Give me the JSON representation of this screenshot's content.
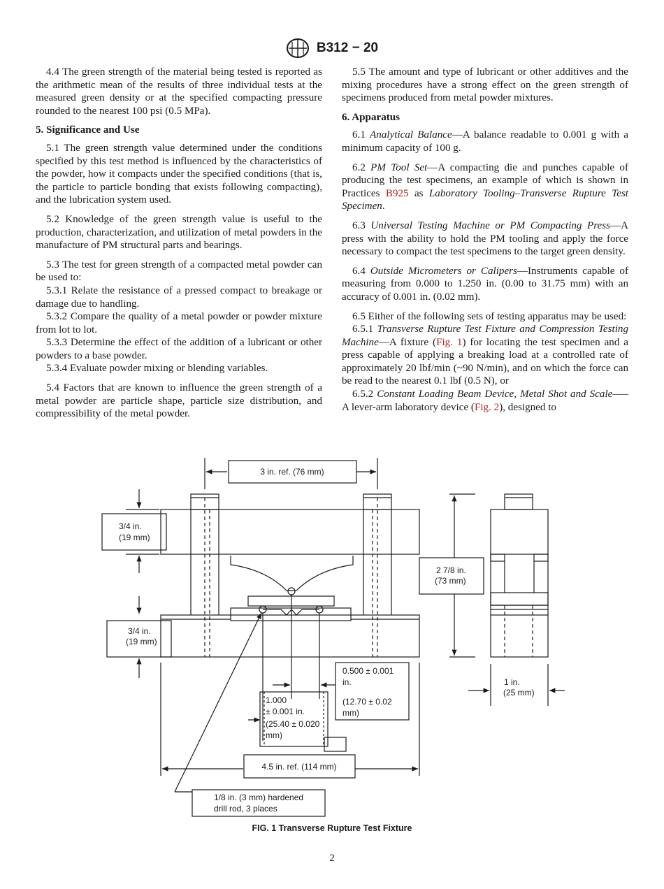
{
  "header": {
    "designation": "B312 − 20",
    "logo": "astm-logo"
  },
  "left": {
    "p44": "4.4 The green strength of the material being tested is reported as the arithmetic mean of the results of three individual tests at the measured green density or at the specified compacting pressure rounded to the nearest 100 psi (0.5 MPa).",
    "h5": "5. Significance and Use",
    "p51": "5.1 The green strength value determined under the conditions specified by this test method is influenced by the characteristics of the powder, how it compacts under the specified conditions (that is, the particle to particle bonding that exists following compacting), and the lubrication system used.",
    "p52": "5.2 Knowledge of the green strength value is useful to the production, characterization, and utilization of metal powders in the manufacture of PM structural parts and bearings.",
    "p53": "5.3 The test for green strength of a compacted metal powder can be used to:",
    "p531": "5.3.1 Relate the resistance of a pressed compact to breakage or damage due to handling.",
    "p532": "5.3.2 Compare the quality of a metal powder or powder mixture from lot to lot.",
    "p533": "5.3.3 Determine the effect of the addition of a lubricant or other powders to a base powder.",
    "p534": "5.3.4 Evaluate powder mixing or blending variables.",
    "p54": "5.4  Factors that are known to influence the green strength of a metal powder are particle shape, particle size distribution, and compressibility of the metal powder."
  },
  "right": {
    "p55": "5.5 The amount and type of lubricant or other additives and the mixing procedures have a strong effect on the green strength of specimens produced from metal powder mixtures.",
    "h6": "6. Apparatus",
    "p61_num": "6.1 ",
    "p61_term": "Analytical Balance",
    "p61_rest": "—A balance readable to 0.001 g with a minimum capacity of 100 g.",
    "p62_num": "6.2 ",
    "p62_term": "PM Tool Set",
    "p62_rest": "—A compacting die and punches capable of producing the test specimens, an example of which is shown in Practices ",
    "p62_link": "B925",
    "p62_as": " as ",
    "p62_title": "Laboratory Tooling–Transverse Rupture Test Specimen",
    "p62_end": ".",
    "p63_num": "6.3 ",
    "p63_term": "Universal Testing Machine or PM Compacting Press",
    "p63_rest": "—A press with the ability to hold the PM tooling and apply the force necessary to compact the test specimens to the target green density.",
    "p64_num": "6.4 ",
    "p64_term": "Outside Micrometers or Calipers",
    "p64_rest": "—Instruments capable of measuring from 0.000 to 1.250 in. (0.00 to 31.75 mm) with an accuracy of 0.001 in. (0.02 mm).",
    "p65": "6.5 Either of the following sets of testing apparatus may be used:",
    "p651_num": "6.5.1 ",
    "p651_term": "Transverse Rupture Test Fixture and Compression Testing Machine",
    "p651_a": "—A fixture (",
    "p651_link": "Fig. 1",
    "p651_b": ") for locating the test specimen and a press capable of applying a breaking load at a controlled rate of approximately 20 lbf/min (~90 N/min), and on which the force can be read to the nearest 0.1 lbf (0.5 N), or",
    "p652_num": "6.5.2 ",
    "p652_term": "Constant Loading Beam Device, Metal Shot and Scale",
    "p652_a": "—–A lever-arm laboratory device (",
    "p652_link": "Fig. 2",
    "p652_b": "), designed to"
  },
  "figure": {
    "labels": {
      "top_ref": "3 in. ref. (76 mm)",
      "upper_thick_1": "3/4 in.",
      "upper_thick_2": "(19 mm)",
      "lower_thick_1": "3/4 in.",
      "lower_thick_2": "(19 mm)",
      "height_1": "2 7/8 in.",
      "height_2": "(73 mm)",
      "span_1": "0.500 ± 0.001",
      "span_2": "in.",
      "span_3": "(12.70 ± 0.02",
      "span_4": "mm)",
      "width_1": "1.000",
      "width_2": "± 0.001 in.",
      "width_3": "(25.40 ± 0.020",
      "width_4": "mm)",
      "side_1": "1 in.",
      "side_2": "(25 mm)",
      "base_ref": "4.5 in. ref. (114 mm)",
      "rod_1": "1/8 in. (3 mm) hardened",
      "rod_2": "drill rod, 3 places"
    },
    "caption": "FIG. 1 Transverse Rupture Test Fixture"
  },
  "page_number": "2"
}
